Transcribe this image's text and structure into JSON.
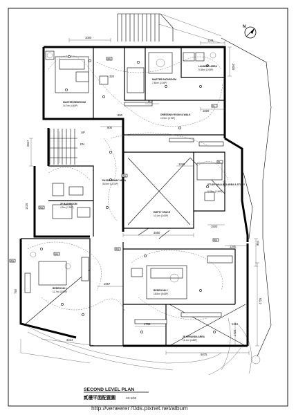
{
  "plan": {
    "title": "SECOND LEVEL PLAN",
    "subtitle": "貳樓平面配置圖",
    "scale": "SC:1/50",
    "north_letter": "N",
    "watermark": "http://veneerer70ds.pixnet.net/album",
    "north_icon": "north-arrow-icon"
  },
  "rooms": [
    {
      "id": "master-bedroom",
      "name": "MASTER BEDROOM",
      "area": "14.7m² (4.45P)"
    },
    {
      "id": "master-bathroom",
      "name": "MASTER BATHROOM",
      "area": "7.48m² (2.26P)"
    },
    {
      "id": "laundry-area",
      "name": "LAUNDRY AREA",
      "area": "5.38m² (1.63P)"
    },
    {
      "id": "dressing-room",
      "name": "DRESSING ROOM & WALK",
      "area": "12.5m² (3.78P)"
    },
    {
      "id": "passageway-area",
      "name": "PASSAGEWAY AREA",
      "area": "36.5m² (11.04P)"
    },
    {
      "id": "bathroom-2f",
      "name": "2F BATHROOM",
      "area": "4.2m² (1.26P)"
    },
    {
      "id": "empty-space",
      "name": "EMPTY SPACE",
      "area": "10.1m² (3.06P)"
    },
    {
      "id": "study-area",
      "name": "STUDY WALLING AREA & STUDY",
      "area": "5.18m² (1.56P)"
    },
    {
      "id": "bedroom-1",
      "name": "BEDROOM 1",
      "area": "11.7m² (3.53P)"
    },
    {
      "id": "bedroom-2",
      "name": "BEDROOM 2",
      "area": "18.6m² (5.63P)"
    },
    {
      "id": "veranda-area",
      "name": "2F VERANDA AREA",
      "area": "16.1m² (4.88P)"
    }
  ],
  "dimensions": {
    "d1000": "1000",
    "d1161": "1161",
    "d2605": "2605",
    "d800": "800",
    "d1820": "1820",
    "d900": "900",
    "d2817": "2817",
    "d1150": "1150",
    "d1500": "1500",
    "d3550": "3550",
    "d1185": "1185",
    "d864": "864",
    "d1657": "1657",
    "d1766": "1766",
    "d1215": "1215",
    "d4725": "4725",
    "d1724": "1724",
    "d3314": "3314",
    "d5075": "5075",
    "d1425": "1425",
    "d850": "850",
    "d1100": "1100",
    "d750": "750",
    "d320": "320"
  },
  "labels": {
    "up": "UP",
    "dn": "DN",
    "ws": "WS",
    "dl": "DL",
    "gb": "GB"
  }
}
